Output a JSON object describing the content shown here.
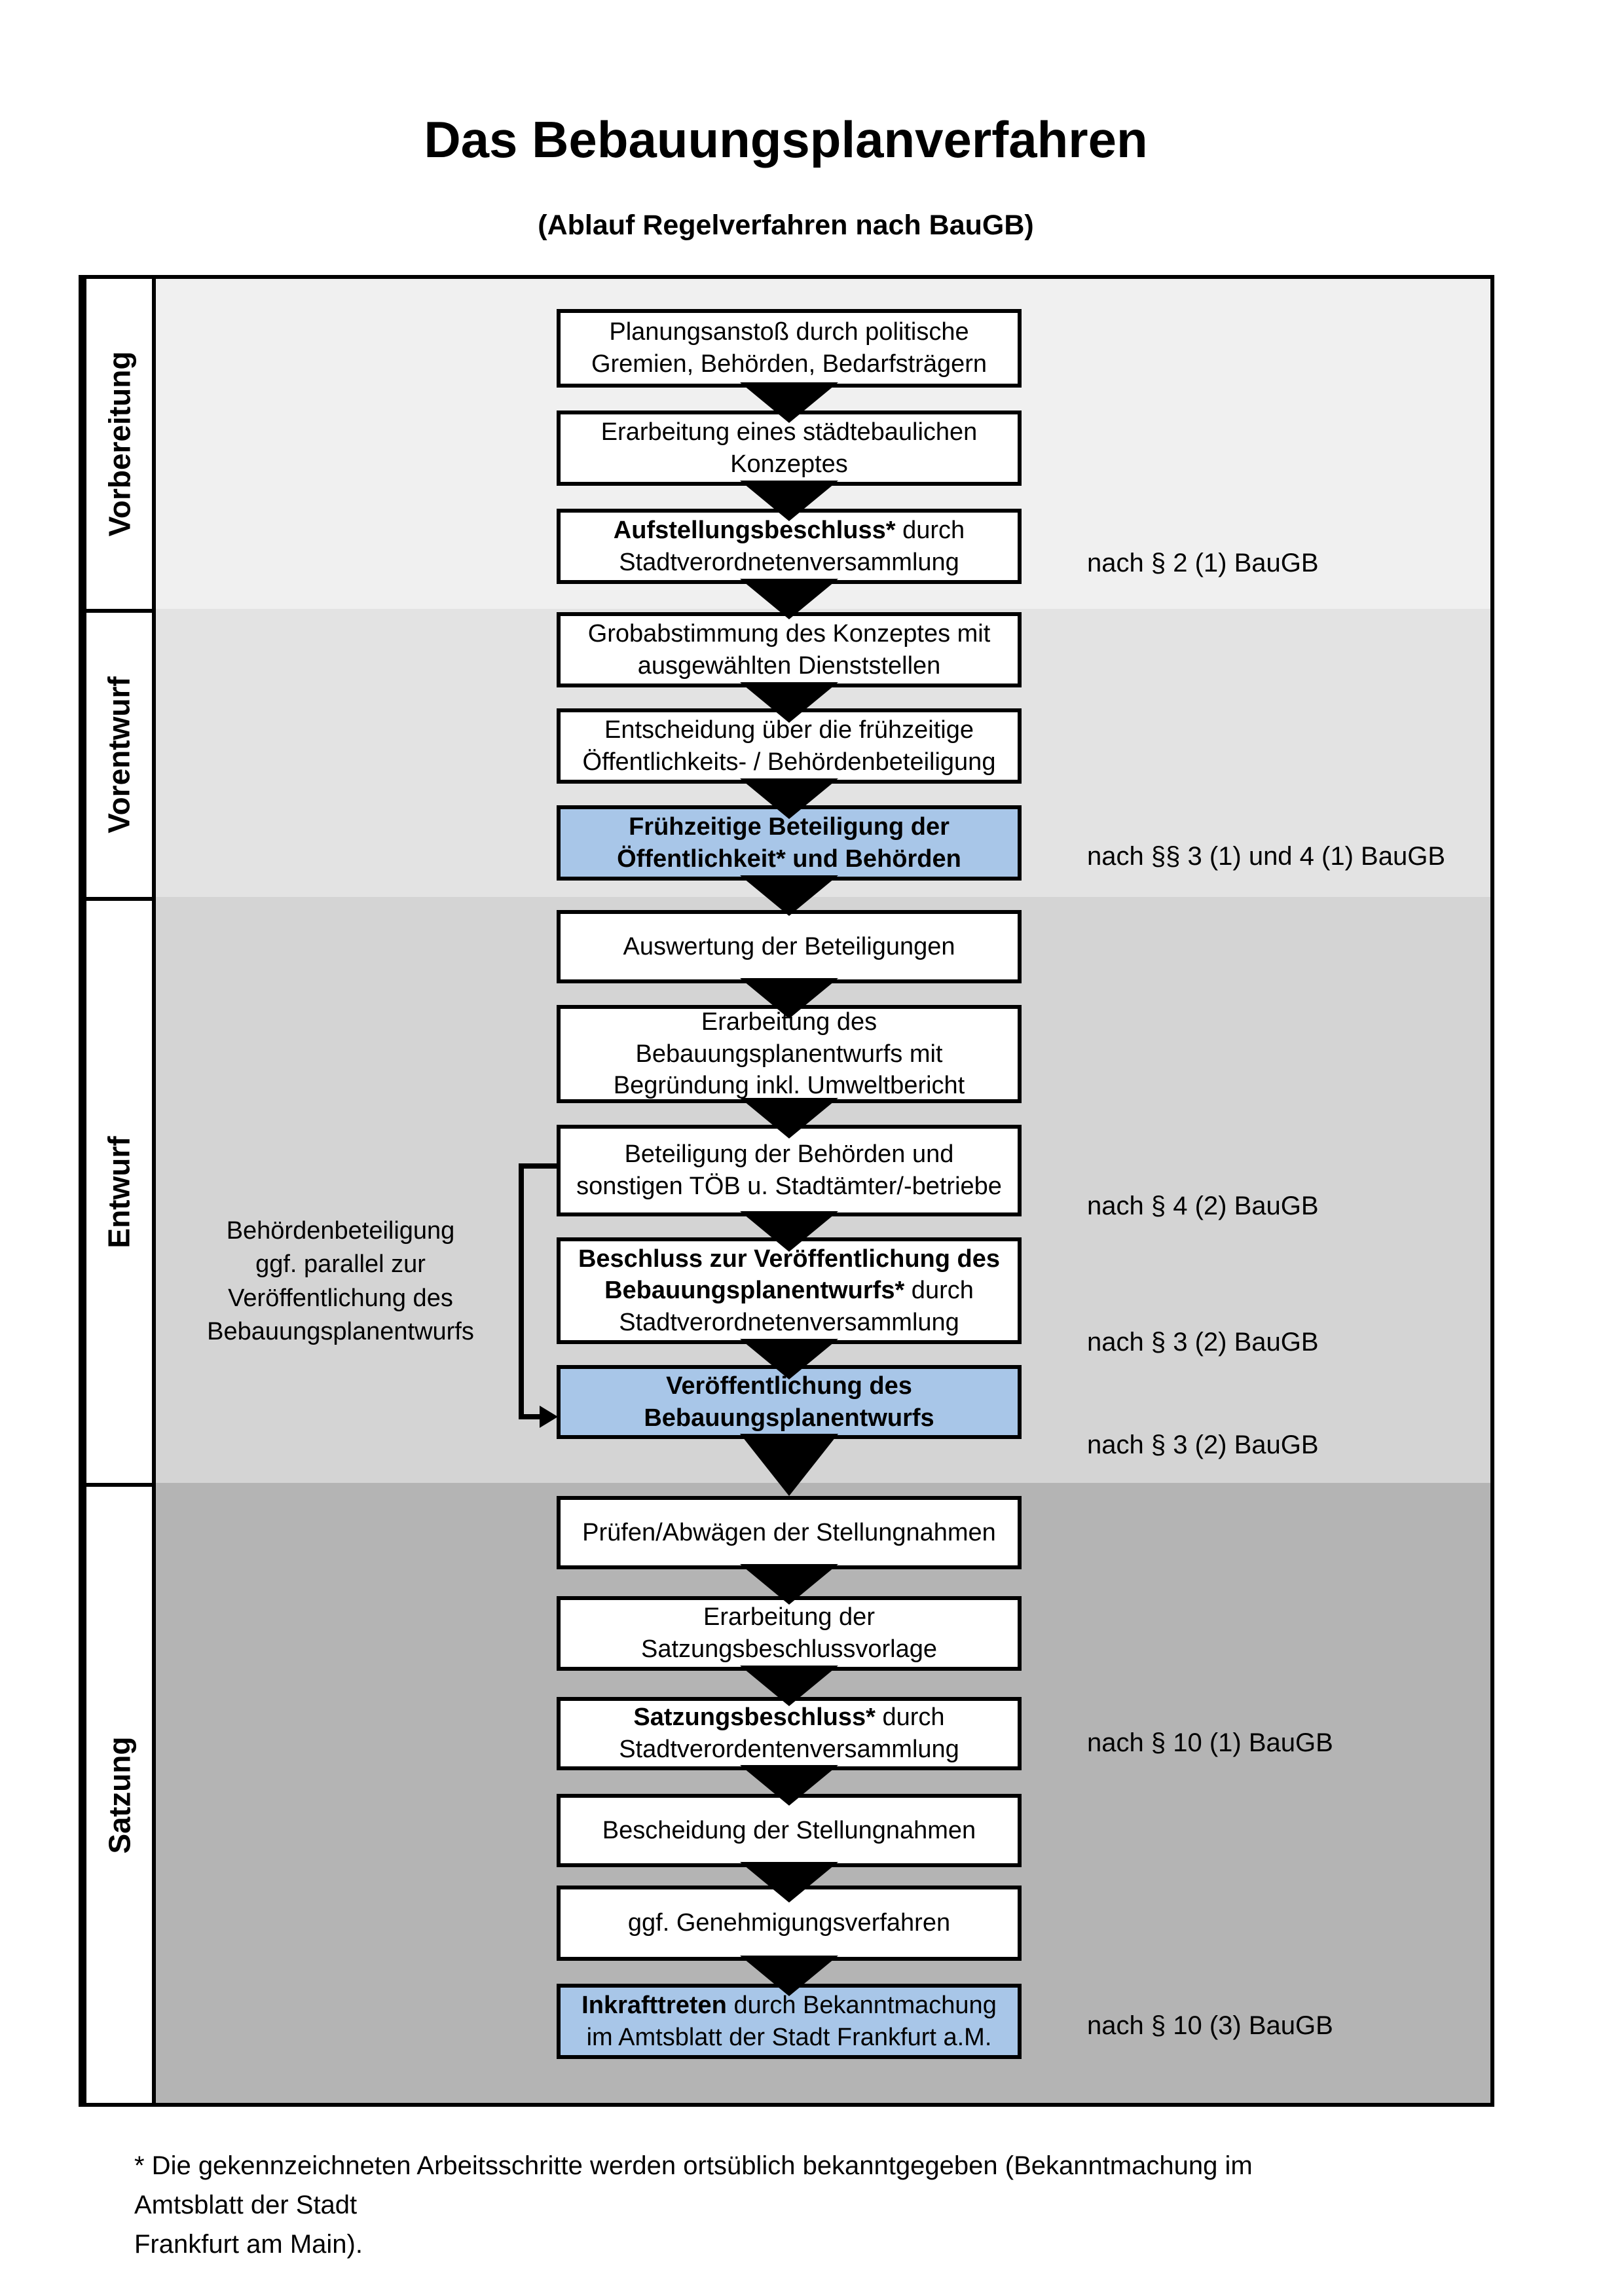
{
  "header": {
    "title": "Das Bebauungsplanverfahren",
    "subtitle": "(Ablauf Regelverfahren nach BauGB)"
  },
  "phases": [
    {
      "label": "Vorbereitung"
    },
    {
      "label": "Vorentwurf"
    },
    {
      "label": "Entwurf"
    },
    {
      "label": "Satzung"
    }
  ],
  "flow": {
    "boxes": [
      {
        "variant": "white",
        "lines": [
          [
            {
              "t": "Planungsanstoß durch politische",
              "b": false
            }
          ],
          [
            {
              "t": "Gremien, Behörden, Bedarfsträgern",
              "b": false
            }
          ]
        ]
      },
      {
        "variant": "white",
        "lines": [
          [
            {
              "t": "Erarbeitung eines städtebaulichen",
              "b": false
            }
          ],
          [
            {
              "t": "Konzeptes",
              "b": false
            }
          ]
        ]
      },
      {
        "variant": "white",
        "lines": [
          [
            {
              "t": "Aufstellungsbeschluss*",
              "b": true
            },
            {
              "t": " durch",
              "b": false
            }
          ],
          [
            {
              "t": "Stadtverordnetenversammlung",
              "b": false
            }
          ]
        ]
      },
      {
        "variant": "white",
        "lines": [
          [
            {
              "t": "Grobabstimmung des Konzeptes mit",
              "b": false
            }
          ],
          [
            {
              "t": "ausgewählten Dienststellen",
              "b": false
            }
          ]
        ]
      },
      {
        "variant": "white",
        "lines": [
          [
            {
              "t": "Entscheidung über die frühzeitige",
              "b": false
            }
          ],
          [
            {
              "t": "Öffentlichkeits- / Behördenbeteiligung",
              "b": false
            }
          ]
        ]
      },
      {
        "variant": "blue",
        "lines": [
          [
            {
              "t": "Frühzeitige Beteiligung der",
              "b": true
            }
          ],
          [
            {
              "t": "Öffentlichkeit* und Behörden",
              "b": true
            }
          ]
        ]
      },
      {
        "variant": "white",
        "lines": [
          [
            {
              "t": "Auswertung der Beteiligungen",
              "b": false
            }
          ]
        ]
      },
      {
        "variant": "white",
        "lines": [
          [
            {
              "t": "Erarbeitung des",
              "b": false
            }
          ],
          [
            {
              "t": "Bebauungsplanentwurfs mit",
              "b": false
            }
          ],
          [
            {
              "t": "Begründung inkl. Umweltbericht",
              "b": false
            }
          ]
        ]
      },
      {
        "variant": "white",
        "lines": [
          [
            {
              "t": "Beteiligung der Behörden und",
              "b": false
            }
          ],
          [
            {
              "t": "sonstigen TÖB u. Stadtämter/-betriebe",
              "b": false
            }
          ]
        ]
      },
      {
        "variant": "white",
        "lines": [
          [
            {
              "t": "Beschluss zur Veröffentlichung des",
              "b": true
            }
          ],
          [
            {
              "t": "Bebauungsplanentwurfs*",
              "b": true
            },
            {
              "t": " durch",
              "b": false
            }
          ],
          [
            {
              "t": "Stadtverordnetenversammlung",
              "b": false
            }
          ]
        ]
      },
      {
        "variant": "blue",
        "lines": [
          [
            {
              "t": "Veröffentlichung des",
              "b": true
            }
          ],
          [
            {
              "t": "Bebauungsplanentwurfs",
              "b": true
            }
          ]
        ]
      },
      {
        "variant": "white",
        "lines": [
          [
            {
              "t": "Prüfen/Abwägen der Stellungnahmen",
              "b": false
            }
          ]
        ]
      },
      {
        "variant": "white",
        "lines": [
          [
            {
              "t": "Erarbeitung der",
              "b": false
            }
          ],
          [
            {
              "t": "Satzungsbeschlussvorlage",
              "b": false
            }
          ]
        ]
      },
      {
        "variant": "white",
        "lines": [
          [
            {
              "t": "Satzungsbeschluss*",
              "b": true
            },
            {
              "t": " durch",
              "b": false
            }
          ],
          [
            {
              "t": "Stadtverordentenversammlung",
              "b": false
            }
          ]
        ]
      },
      {
        "variant": "white",
        "lines": [
          [
            {
              "t": "Bescheidung der Stellungnahmen",
              "b": false
            }
          ]
        ]
      },
      {
        "variant": "white",
        "lines": [
          [
            {
              "t": "ggf. Genehmigungsverfahren",
              "b": false
            }
          ]
        ]
      },
      {
        "variant": "blue",
        "lines": [
          [
            {
              "t": "Inkrafttreten",
              "b": true
            },
            {
              "t": " durch Bekanntmachung",
              "b": false
            }
          ],
          [
            {
              "t": "im Amtsblatt der Stadt Frankfurt a.M.",
              "b": false
            }
          ]
        ]
      }
    ]
  },
  "notes": [
    {
      "text": "nach § 2 (1) BauGB"
    },
    {
      "text": "nach §§ 3 (1) und 4 (1) BauGB"
    },
    {
      "text": "nach § 4 (2) BauGB"
    },
    {
      "text": "nach § 3 (2) BauGB"
    },
    {
      "text": "nach § 3 (2) BauGB"
    },
    {
      "text": "nach § 10 (1) BauGB"
    },
    {
      "text": "nach § 10 (3) BauGB"
    }
  ],
  "side_note": {
    "lines": [
      "Behördenbeteiligung",
      "ggf. parallel zur",
      "Veröffentlichung des",
      "Bebauungsplanentwurfs"
    ]
  },
  "footnote": {
    "lines": [
      "* Die gekennzeichneten Arbeitsschritte werden ortsüblich bekanntgegeben (Bekanntmachung im Amtsblatt  der Stadt",
      "Frankfurt am Main)."
    ]
  },
  "icons": {
    "arrow_down": "filled-triangle-down",
    "arrow_right": "filled-triangle-right"
  },
  "colors": {
    "band_vorbereitung": "#f0f0f0",
    "band_vorentwurf": "#e3e3e3",
    "band_entwurf": "#d4d4d4",
    "band_satzung": "#b4b4b4",
    "highlight_blue": "#a8c6e8",
    "line": "#000000"
  }
}
